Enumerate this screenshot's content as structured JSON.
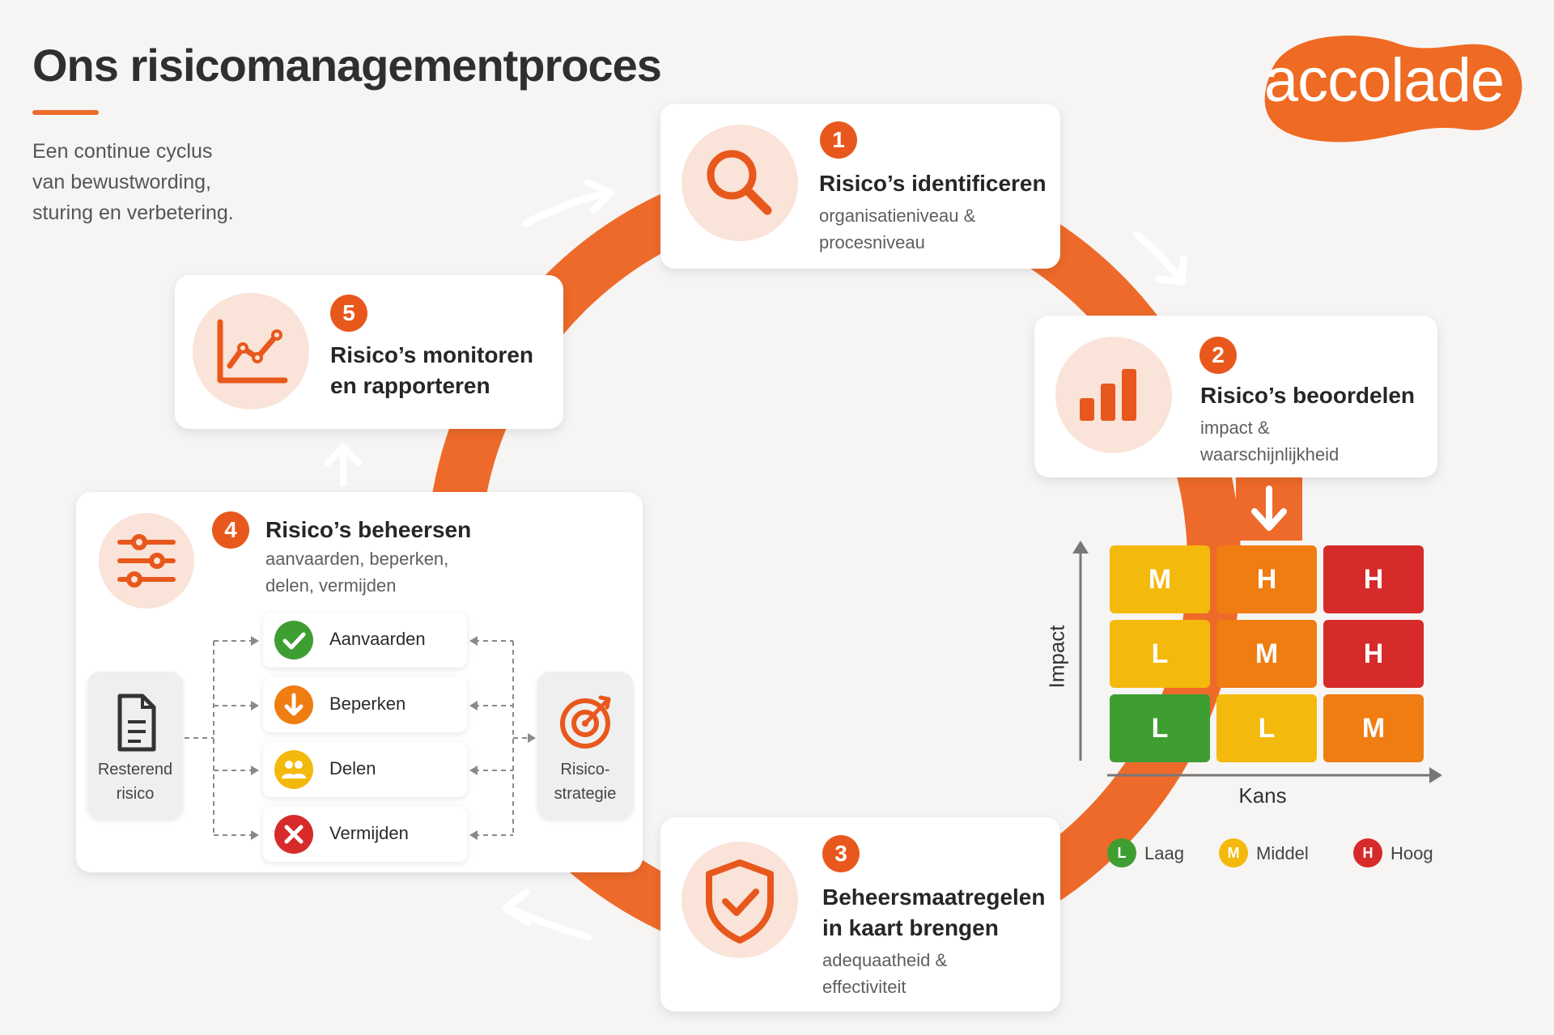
{
  "title": "Ons risicomanagementproces",
  "intro": "Een continue cyclus\nvan bewustwording,\nsturing en verbetering.",
  "logo": {
    "text": "accolade",
    "color": "#ef6a22"
  },
  "colors": {
    "accent": "#e8581d",
    "ring": "#ee6a2a",
    "low": "#3f9e32",
    "medium": "#f4b90d",
    "high": "#d72a2a"
  },
  "steps": [
    {
      "number": "1",
      "title": "Risico’s identificeren",
      "subtitle": "organisatieniveau &\nprocesniveau",
      "icon": "magnifier-icon"
    },
    {
      "number": "2",
      "title": "Risico’s beoordelen",
      "subtitle": "impact &\nwaarschijnlijkheid",
      "icon": "bar-chart-icon"
    },
    {
      "number": "3",
      "title": "Beheersmaatregelen\nin kaart brengen",
      "subtitle": "adequaatheid &\neffectiviteit",
      "icon": "shield-check-icon"
    },
    {
      "number": "4",
      "title": "Risico’s beheersen",
      "subtitle": "aanvaarden, beperken,\ndelen, vermijden",
      "icon": "sliders-icon"
    },
    {
      "number": "5",
      "title": "Risico’s monitoren\nen rapporteren",
      "subtitle": "",
      "icon": "line-chart-icon"
    }
  ],
  "options": [
    {
      "label": "Aanvaarden",
      "icon": "check-icon",
      "color": "#3f9e32"
    },
    {
      "label": "Beperken",
      "icon": "arrow-down-icon",
      "color": "#ef7d12"
    },
    {
      "label": "Delen",
      "icon": "people-icon",
      "color": "#f4b90d"
    },
    {
      "label": "Vermijden",
      "icon": "x-icon",
      "color": "#d72a2a"
    }
  ],
  "residual": {
    "label": "Resterend\nrisico",
    "icon": "document-icon"
  },
  "strategy": {
    "label": "Risico-\nstrategie",
    "icon": "target-icon"
  },
  "matrix": {
    "y_label": "Impact",
    "x_label": "Kans",
    "rows": [
      [
        "M",
        "H",
        "H"
      ],
      [
        "L",
        "M",
        "H"
      ],
      [
        "L",
        "L",
        "M"
      ]
    ]
  },
  "legend": [
    {
      "letter": "L",
      "label": "Laag"
    },
    {
      "letter": "M",
      "label": "Middel"
    },
    {
      "letter": "H",
      "label": "Hoog"
    }
  ]
}
